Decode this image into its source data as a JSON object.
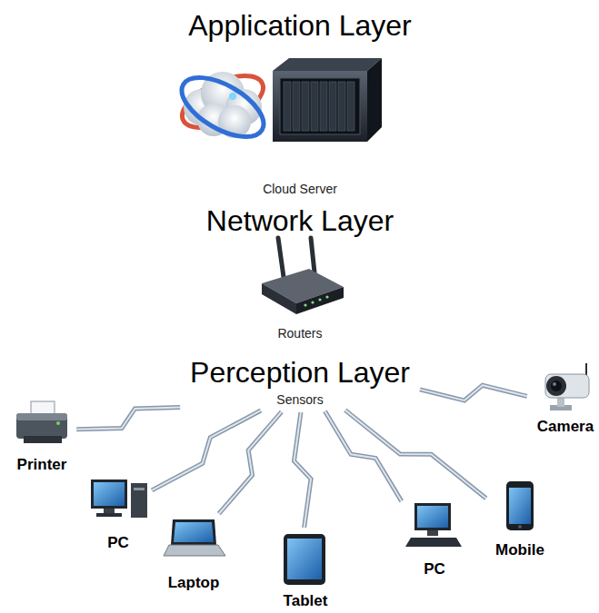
{
  "diagram": {
    "nodes": [
      {
        "text": [
          "Application Layer",
          "Cloud Server"
        ]
      },
      {
        "text": [
          "Network Layer",
          "Routers"
        ]
      },
      {
        "text": [
          "Perception Layer",
          "Sensors"
        ]
      },
      {
        "text": [
          "Printer"
        ]
      },
      {
        "text": [
          "PC"
        ]
      },
      {
        "text": [
          "Laptop"
        ]
      },
      {
        "text": [
          "Tablet"
        ]
      },
      {
        "text": [
          "PC"
        ]
      },
      {
        "text": [
          "Mobile"
        ]
      },
      {
        "text": [
          "Camera"
        ]
      }
    ],
    "edges": [
      {
        "from": 3,
        "to": 2,
        "arrow": "none"
      },
      {
        "from": 4,
        "to": 2,
        "arrow": "none"
      },
      {
        "from": 5,
        "to": 2,
        "arrow": "none"
      },
      {
        "from": 6,
        "to": 2,
        "arrow": "none"
      },
      {
        "from": 7,
        "to": 2,
        "arrow": "none"
      },
      {
        "from": 8,
        "to": 2,
        "arrow": "none"
      },
      {
        "from": 9,
        "to": 2,
        "arrow": "none"
      }
    ]
  }
}
